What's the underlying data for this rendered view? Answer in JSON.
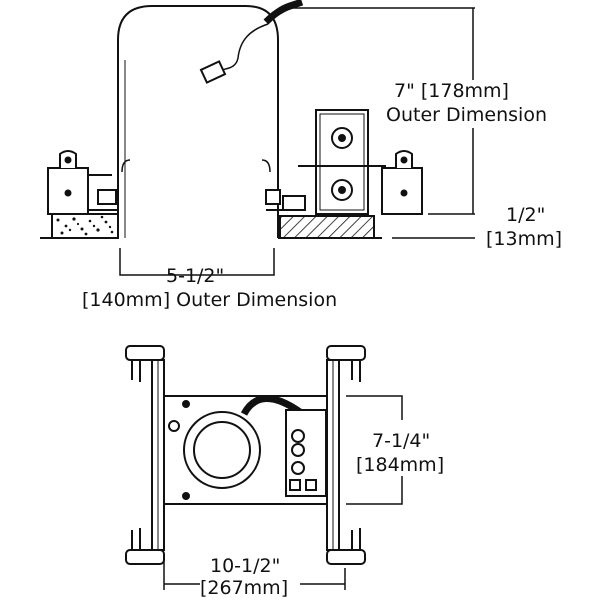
{
  "labels": {
    "height_line1": "7\" [178mm]",
    "height_line2": "Outer Dimension",
    "ceiling_line1": "1/2\"",
    "ceiling_line2": "[13mm]",
    "width_line1": "5-1/2\"",
    "width_line2": "[140mm] Outer Dimension",
    "frame_depth_line1": "7-1/4\"",
    "frame_depth_line2": "[184mm]",
    "frame_width_line1": "10-1/2\"",
    "frame_width_line2": "[267mm]"
  },
  "colors": {
    "line": "#111111",
    "background": "#ffffff"
  }
}
